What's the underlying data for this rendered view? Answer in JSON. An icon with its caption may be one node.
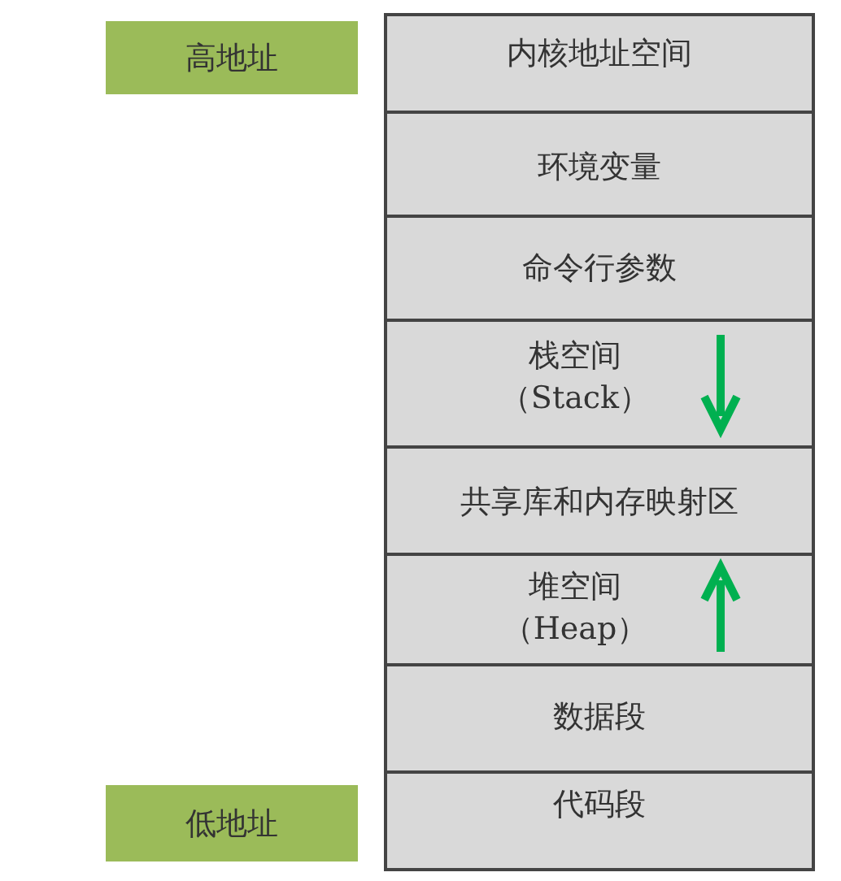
{
  "diagram": {
    "nodes": [
      {
        "text": [
          "高地址"
        ]
      },
      {
        "text": [
          "内核地址空间"
        ]
      },
      {
        "text": [
          "环境变量"
        ]
      },
      {
        "text": [
          "命令行参数"
        ]
      },
      {
        "text": [
          "栈空间",
          "（Stack）"
        ]
      },
      {
        "text": [
          "共享库和内存映射区"
        ]
      },
      {
        "text": [
          "堆空间",
          "（Heap）"
        ]
      },
      {
        "text": [
          "数据段"
        ]
      },
      {
        "text": [
          "代码段"
        ]
      },
      {
        "text": [
          "低地址"
        ]
      }
    ]
  }
}
